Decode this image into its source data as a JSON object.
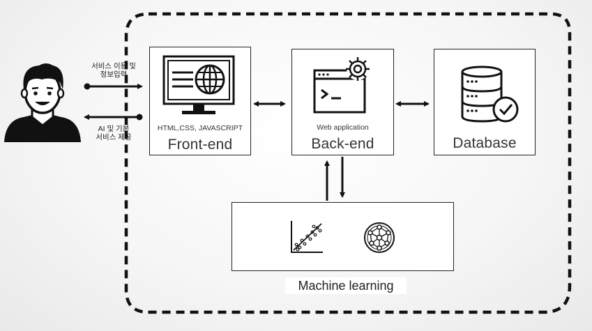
{
  "frontend": {
    "subtitle": "HTML,CSS, JAVASCRIPT",
    "title": "Front-end"
  },
  "backend": {
    "subtitle": "Web application",
    "title": "Back-end"
  },
  "database": {
    "title": "Database"
  },
  "ml": {
    "title": "Machine learning"
  },
  "user_to_frontend": {
    "line1": "서비스 이용 및",
    "line2": "정보입력"
  },
  "frontend_to_user": {
    "line1": "AI  및 기본",
    "line2": "서비스 제공"
  },
  "icons": [
    "user-icon",
    "monitor-globe-icon",
    "terminal-gear-icon",
    "database-check-icon",
    "scatter-plot-icon",
    "neural-network-icon"
  ]
}
